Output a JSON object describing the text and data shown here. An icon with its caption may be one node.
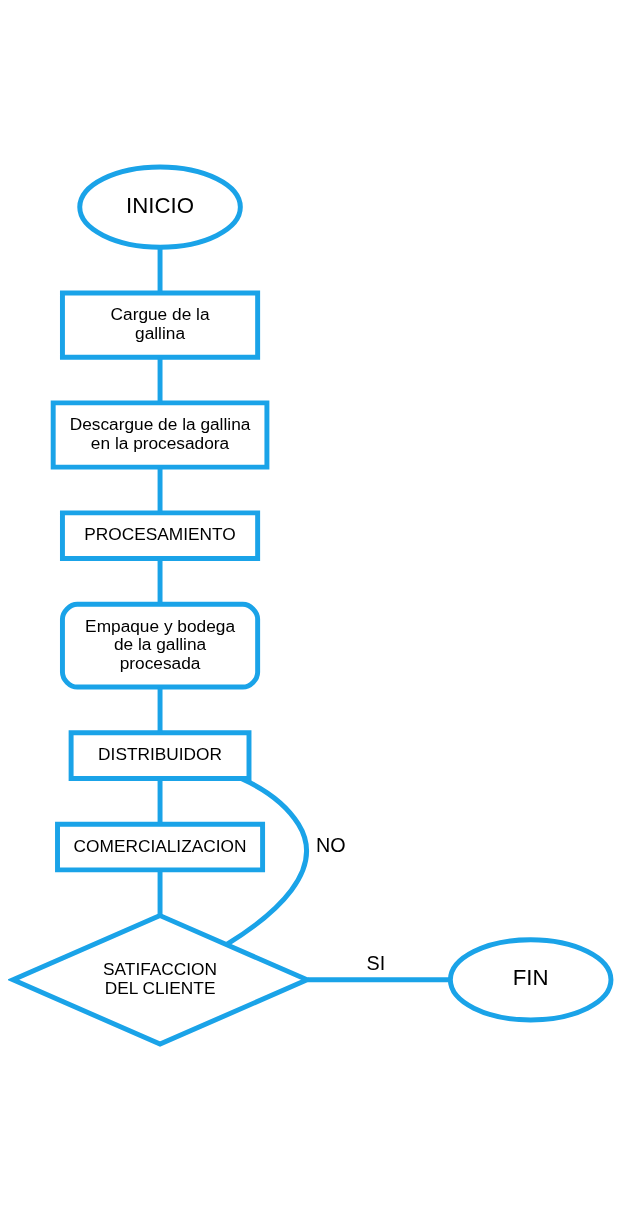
{
  "diagram": {
    "nodes": [
      {
        "text": [
          "INICIO"
        ]
      },
      {
        "text": [
          "Cargue de la gallina"
        ]
      },
      {
        "text": [
          "Descargue de la gallina en la procesadora"
        ]
      },
      {
        "text": [
          "PROCESAMIENTO"
        ]
      },
      {
        "text": [
          "Empaque y bodega de la gallina procesada"
        ]
      },
      {
        "text": [
          "DISTRIBUIDOR"
        ]
      },
      {
        "text": [
          "COMERCIALIZACION"
        ]
      },
      {
        "text": [
          "SATIFACCION DEL CLIENTE"
        ]
      },
      {
        "text": [
          "FIN"
        ]
      }
    ],
    "edges": [
      {
        "from": 0,
        "to": 1,
        "arrow": "none"
      },
      {
        "from": 1,
        "to": 2,
        "arrow": "none"
      },
      {
        "from": 2,
        "to": 3,
        "arrow": "none"
      },
      {
        "from": 3,
        "to": 4,
        "arrow": "none"
      },
      {
        "from": 4,
        "to": 5,
        "arrow": "none"
      },
      {
        "from": 5,
        "to": 6,
        "arrow": "none"
      },
      {
        "from": 6,
        "to": 7,
        "arrow": "none"
      },
      {
        "from": 7,
        "to": 5,
        "arrow": "none",
        "label": "NO"
      },
      {
        "from": 7,
        "to": 8,
        "arrow": "none",
        "label": "SI"
      }
    ]
  }
}
